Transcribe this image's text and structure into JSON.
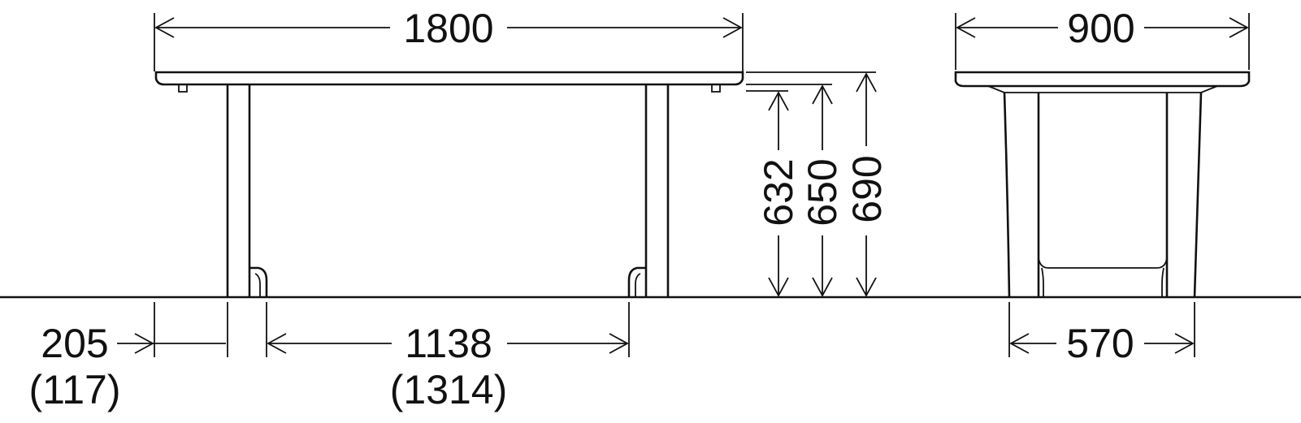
{
  "dimensions": {
    "front_width": "1800",
    "side_width": "900",
    "height_632": "632",
    "height_650": "650",
    "height_690": "690",
    "front_overhang": "205",
    "front_overhang_alt": "(117)",
    "leg_inner_span": "1138",
    "leg_inner_span_alt": "(1314)",
    "side_leg_span": "570"
  },
  "colors": {
    "line": "#111111",
    "background": "#ffffff"
  }
}
